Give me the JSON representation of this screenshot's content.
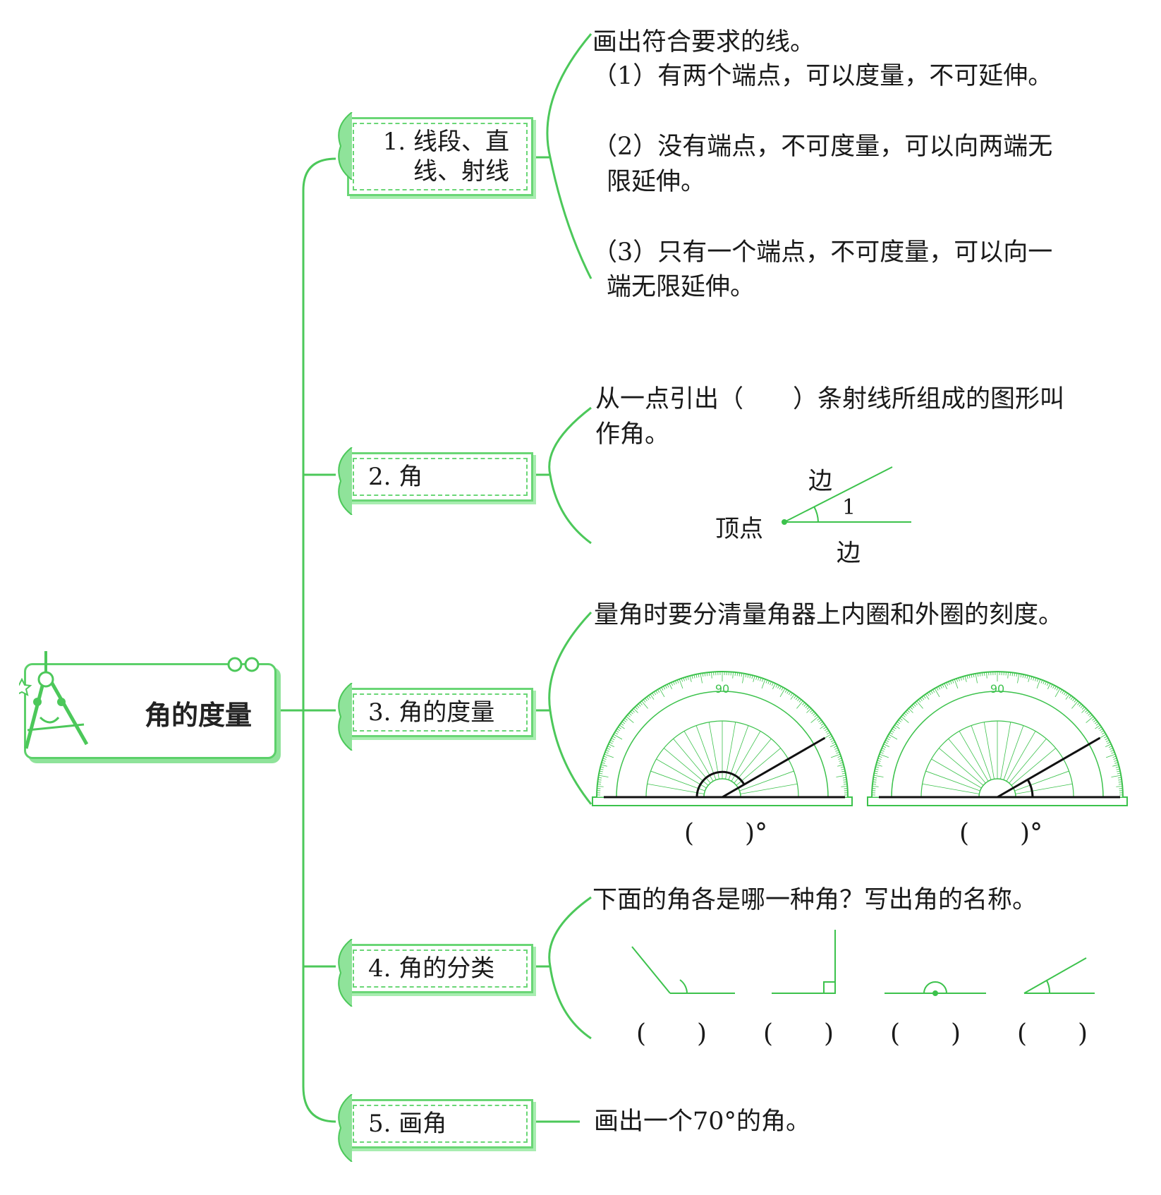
{
  "root": {
    "title": "角的度量"
  },
  "topics": [
    {
      "label": "1. 线段、直\n线、射线"
    },
    {
      "label": "2. 角"
    },
    {
      "label": "3. 角的度量"
    },
    {
      "label": "4. 角的分类"
    },
    {
      "label": "5. 画角"
    }
  ],
  "t1": {
    "intro": "画出符合要求的线。",
    "item1": "（1）有两个端点，可以度量，不可延伸。",
    "item2a": "（2）没有端点，不可度量，可以向两端无",
    "item2b": "限延伸。",
    "item3a": "（3）只有一个端点，不可度量，可以向一",
    "item3b": "端无限延伸。"
  },
  "t2": {
    "text_a": "从一点引出（　　）条射线所组成的图形叫",
    "text_b": "作角。",
    "side_top": "边",
    "side_bottom": "边",
    "vertex": "顶点",
    "angle_num": "1"
  },
  "t3": {
    "text": "量角时要分清量角器上内圈和外圈的刻度。",
    "blank1": "(　　)°",
    "blank2": "(　　)°",
    "protractor_top_label": "90",
    "angle1_deg": 30,
    "angle2_deg": 30
  },
  "t4": {
    "text": "下面的角各是哪一种角？写出角的名称。",
    "blanks": [
      "(　　)",
      "(　　)",
      "(　　)",
      "(　　)"
    ]
  },
  "t5": {
    "text": "画出一个70°的角。"
  },
  "colors": {
    "accent": "#5cd06a",
    "line": "#4cc85a",
    "protractor": "#3cc24c"
  }
}
